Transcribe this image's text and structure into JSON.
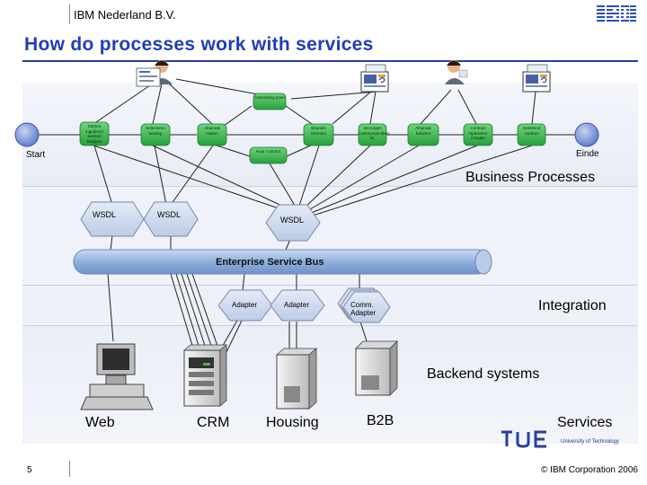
{
  "header": {
    "company": "IBM Nederland B.V.",
    "logo_text": "IBM"
  },
  "title": "How do processes work with services",
  "activities": [
    "Aanbieding doen",
    "Starten ingediend aanbod bekijken",
    "Selecteren woning",
    "Afspraak maken",
    "Bepalen inkomen",
    "Verzorgen contractopmaken fin.",
    "Afspraak bekeren",
    "Contract Opleveren inzagen",
    "Getekend contract",
    "Huur contract"
  ],
  "start_label": "Start",
  "end_label": "Einde",
  "layers": {
    "business_processes": "Business Processes",
    "integration": "Integration",
    "backend_systems": "Backend systems",
    "services": "Services"
  },
  "wsdl": [
    "WSDL",
    "WSDL",
    "WSDL"
  ],
  "esb_label": "Enterprise Service Bus",
  "adapters": [
    "Adapter",
    "Adapter",
    "Comm. Adapter"
  ],
  "backends": [
    "Web",
    "CRM",
    "Housing",
    "B2B"
  ],
  "footer": {
    "page_number": "5",
    "copyright": "© IBM Corporation 2006"
  },
  "partner": {
    "name": "University of Technology"
  },
  "colors": {
    "title": "#1e3fb6",
    "bus": "#8fb0dc",
    "hexagon": "#cdd8ec",
    "activity": "#35b24a",
    "start": "#7e97d6"
  }
}
